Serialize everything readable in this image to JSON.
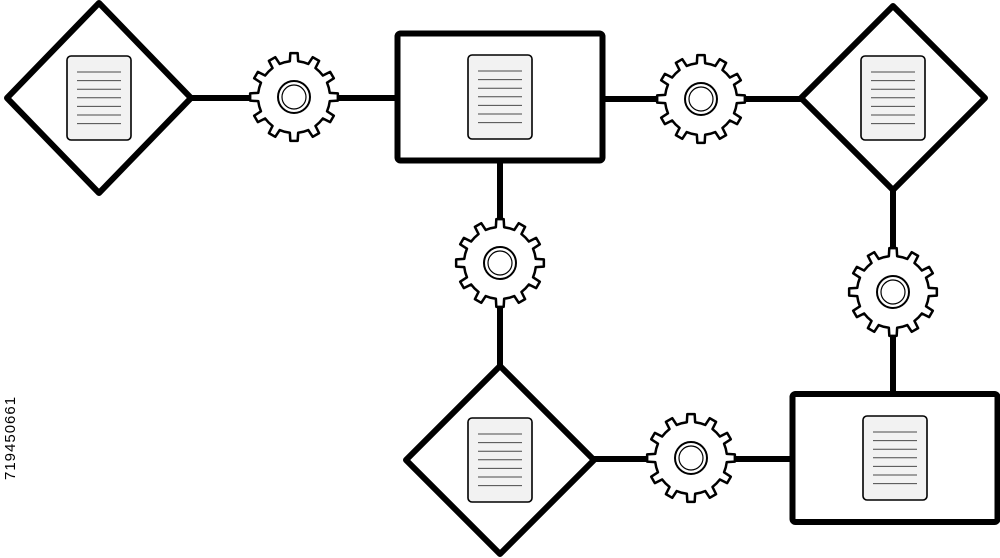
{
  "diagram": {
    "stock_id": "719450661",
    "stroke_color": "#000000",
    "fill_color": "#ffffff",
    "doc_fill": "#f2f2f2",
    "nodes": [
      {
        "id": "n1",
        "shape": "diamond",
        "icon": "document-icon"
      },
      {
        "id": "n2",
        "shape": "rectangle",
        "icon": "document-icon"
      },
      {
        "id": "n3",
        "shape": "diamond",
        "icon": "document-icon"
      },
      {
        "id": "n4",
        "shape": "diamond",
        "icon": "document-icon"
      },
      {
        "id": "n5",
        "shape": "rectangle",
        "icon": "document-icon"
      }
    ],
    "gears": [
      {
        "id": "g1",
        "icon": "gear-icon"
      },
      {
        "id": "g2",
        "icon": "gear-icon"
      },
      {
        "id": "g3",
        "icon": "gear-icon"
      },
      {
        "id": "g4",
        "icon": "gear-icon"
      },
      {
        "id": "g5",
        "icon": "gear-icon"
      }
    ],
    "edges": [
      {
        "from": "n1",
        "via": "g1",
        "to": "n2"
      },
      {
        "from": "n2",
        "via": "g2",
        "to": "n3"
      },
      {
        "from": "n2",
        "via": "g3",
        "to": "n4"
      },
      {
        "from": "n3",
        "via": "g4",
        "to": "n5"
      },
      {
        "from": "n4",
        "via": "g5",
        "to": "n5"
      }
    ]
  }
}
